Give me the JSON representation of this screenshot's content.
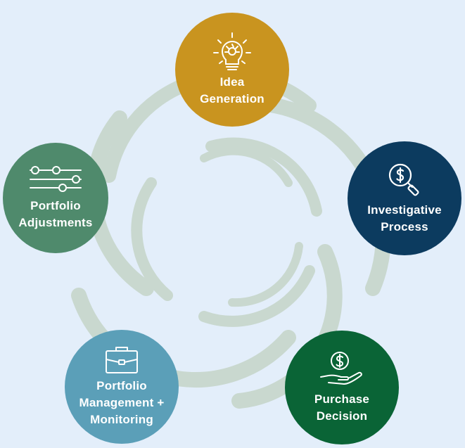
{
  "colors": {
    "background": "#e3eefa",
    "swirl": "#c9d8cf",
    "idea": "#c9941f",
    "investigative": "#0c3b5f",
    "purchase": "#0a6436",
    "management": "#5b9fb8",
    "adjustments": "#4f8a6c"
  },
  "nodes": {
    "idea": {
      "icon": "lightbulb-icon",
      "line1": "Idea",
      "line2": "Generation"
    },
    "investigative": {
      "icon": "magnifier-dollar-icon",
      "line1": "Investigative",
      "line2": "Process"
    },
    "purchase": {
      "icon": "hand-coin-icon",
      "line1": "Purchase",
      "line2": "Decision"
    },
    "management": {
      "icon": "briefcase-icon",
      "line1": "Portfolio",
      "line2": "Management +",
      "line3": "Monitoring"
    },
    "adjustments": {
      "icon": "sliders-icon",
      "line1": "Portfolio",
      "line2": "Adjustments"
    }
  }
}
